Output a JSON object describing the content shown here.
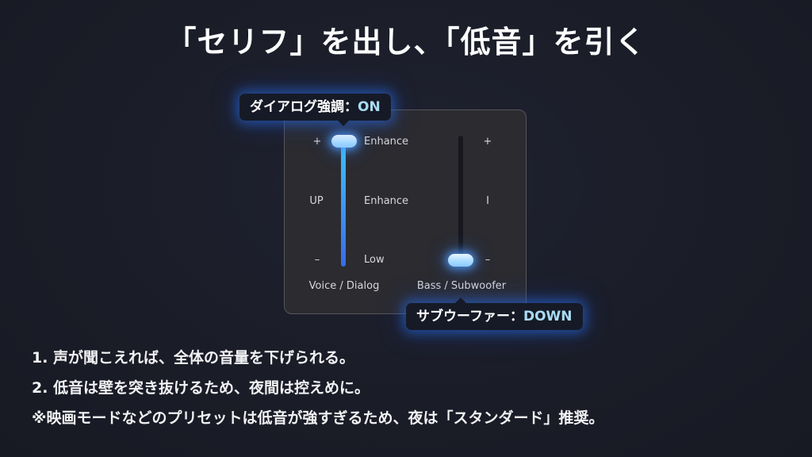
{
  "title": "「セリフ」を出し、「低音」を引く",
  "colors": {
    "background": "#1a1c27",
    "panel": "#2b2b30",
    "accent_blue": "#3e8ff0",
    "tooltip_value": "#a9dcf4"
  },
  "panel": {
    "voice_slider": {
      "label": "Voice / Dialog",
      "plus": "+",
      "mid": "UP",
      "minus": "–",
      "right_labels": {
        "top": "Enhance",
        "mid": "Enhance",
        "bottom": "Low"
      },
      "position": "top",
      "tooltip": {
        "label": "ダイアログ強調：",
        "value": "ON"
      }
    },
    "bass_slider": {
      "label": "Bass / Subwoofer",
      "plus": "+",
      "mid": "I",
      "minus": "–",
      "position": "bottom",
      "tooltip": {
        "label": "サブウーファー：",
        "value": "DOWN"
      }
    }
  },
  "notes": [
    "1. 声が聞こえれば、全体の音量を下げられる。",
    "2. 低音は壁を突き抜けるため、夜間は控えめに。",
    "※映画モードなどのプリセットは低音が強すぎるため、夜は「スタンダード」推奨。"
  ]
}
